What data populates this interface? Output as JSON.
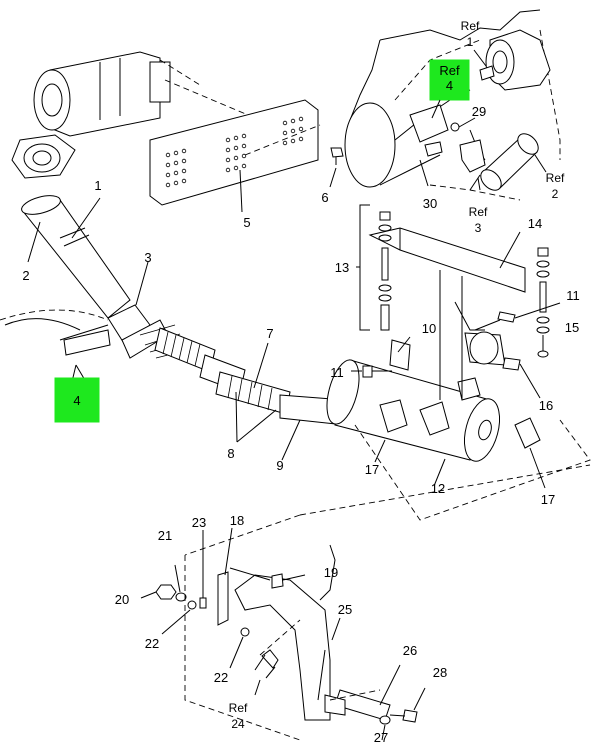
{
  "callouts": {
    "c1": "1",
    "c2": "2",
    "c3": "3",
    "c4": "4",
    "c5": "5",
    "c6": "6",
    "c7": "7",
    "c8": "8",
    "c9": "9",
    "c10": "10",
    "c11a": "11",
    "c11b": "11",
    "c12": "12",
    "c13": "13",
    "c14": "14",
    "c15": "15",
    "c16": "16",
    "c17a": "17",
    "c17b": "17",
    "c18": "18",
    "c19": "19",
    "c20": "20",
    "c21": "21",
    "c22a": "22",
    "c22b": "22",
    "c23": "23",
    "c25": "25",
    "c26": "26",
    "c27": "27",
    "c28": "28",
    "c29": "29",
    "c30": "30"
  },
  "refs": {
    "ref_word": "Ref",
    "ref1_num": "1",
    "ref2_num": "2",
    "ref3_num": "3",
    "ref4_num": "4",
    "ref24_num": "24"
  },
  "highlights": {
    "box_top_ref": "Ref",
    "box_top_num": "4",
    "box_left_num": "4",
    "color": "#1ee81e"
  }
}
